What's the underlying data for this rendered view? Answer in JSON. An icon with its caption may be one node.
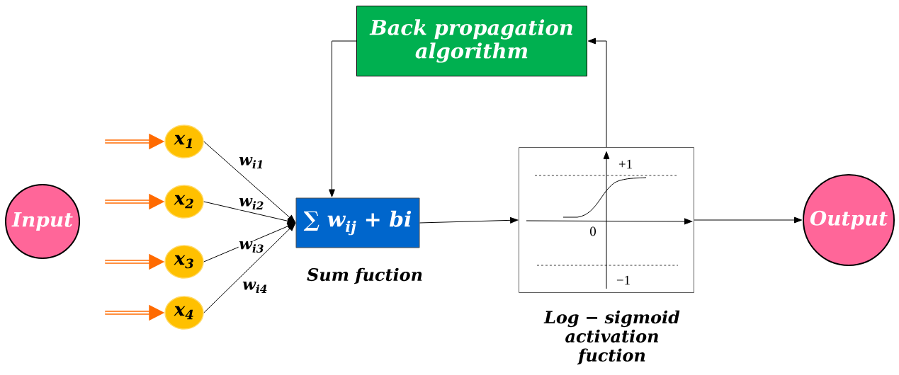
{
  "diagram": {
    "nodes": [
      {
        "text": [
          "Input"
        ]
      },
      {
        "text": [
          "x$_{1}$"
        ]
      },
      {
        "text": [
          "x$_{2}$"
        ]
      },
      {
        "text": [
          "x$_{3}$"
        ]
      },
      {
        "text": [
          "x$_{4}$"
        ]
      },
      {
        "text": [
          "Back propagation algorithm"
        ]
      },
      {
        "text": [
          "∑ w$_{ij}$ + bi"
        ],
        "beside": [
          "Sum fuction"
        ]
      },
      {
        "text": [
          "+1",
          "0",
          "−1"
        ],
        "beside": [
          "Log − sigmoid activation fuction"
        ]
      },
      {
        "text": [
          "Output"
        ]
      }
    ],
    "edges": [
      {
        "from": null,
        "to": 1,
        "arrow": "to",
        "style": "thick",
        "color": "#ff6a00"
      },
      {
        "from": null,
        "to": 2,
        "arrow": "to",
        "style": "thick",
        "color": "#ff6a00"
      },
      {
        "from": null,
        "to": 3,
        "arrow": "to",
        "style": "thick",
        "color": "#ff6a00"
      },
      {
        "from": null,
        "to": 4,
        "arrow": "to",
        "style": "thick",
        "color": "#ff6a00"
      },
      {
        "from": 1,
        "to": 6,
        "arrow": "to",
        "label": "w$_{i1}$"
      },
      {
        "from": 2,
        "to": 6,
        "arrow": "to",
        "label": "w$_{i2}$"
      },
      {
        "from": 3,
        "to": 6,
        "arrow": "to",
        "label": "w$_{i3}$"
      },
      {
        "from": 4,
        "to": 6,
        "arrow": "to",
        "label": "w$_{i4}$"
      },
      {
        "from": 5,
        "to": 6,
        "arrow": "to"
      },
      {
        "from": 6,
        "to": 7,
        "arrow": "to"
      },
      {
        "from": 7,
        "to": 5,
        "arrow": "to"
      },
      {
        "from": 7,
        "to": 8,
        "arrow": "to"
      }
    ]
  }
}
